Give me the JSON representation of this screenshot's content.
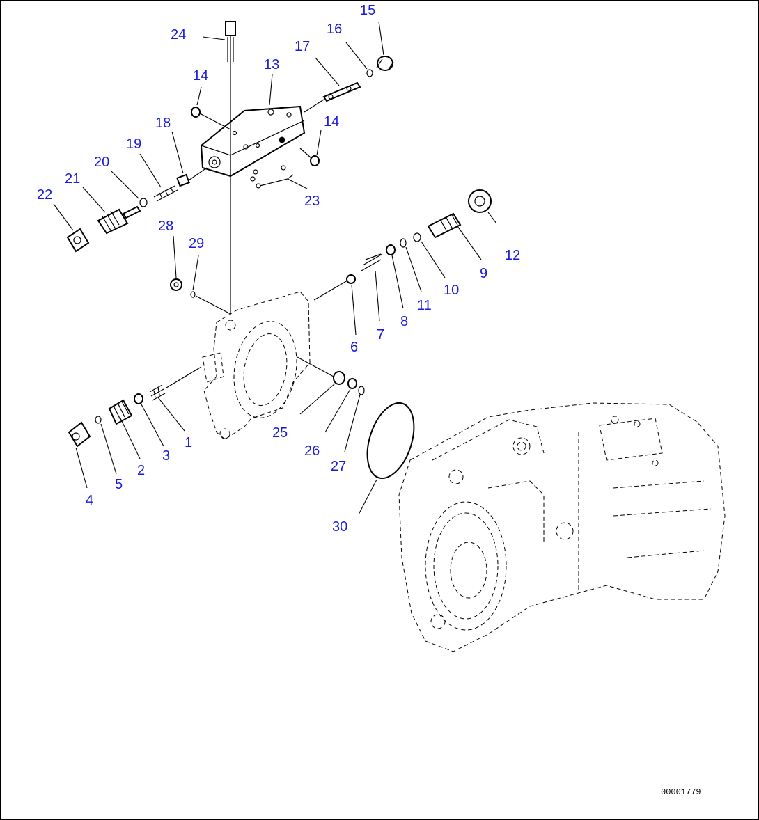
{
  "diagram": {
    "callouts": [
      "1",
      "2",
      "3",
      "4",
      "5",
      "6",
      "7",
      "8",
      "9",
      "10",
      "11",
      "12",
      "13",
      "14",
      "14",
      "15",
      "16",
      "17",
      "18",
      "19",
      "20",
      "21",
      "22",
      "23",
      "24",
      "25",
      "26",
      "27",
      "28",
      "29",
      "30"
    ],
    "reference_code": "00001779"
  }
}
